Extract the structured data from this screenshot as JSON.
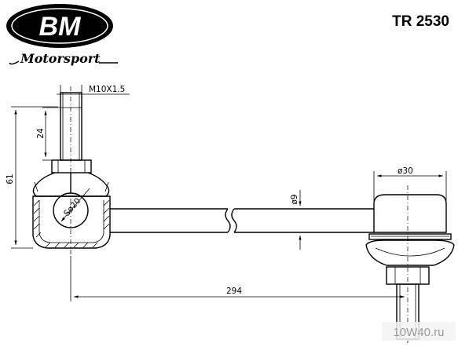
{
  "brand": {
    "logo_text": "BM",
    "tagline": "Motorsport"
  },
  "part_number": "TR 2530",
  "dimensions": {
    "thread": "M10X1.5",
    "stud_length": "24",
    "height": "61",
    "ball_diameter": "Sø20",
    "rod_diameter": "ø9",
    "bushing_diameter": "ø30",
    "length": "294"
  },
  "watermark": "10W40.ru"
}
